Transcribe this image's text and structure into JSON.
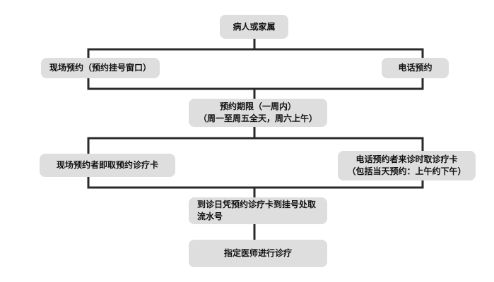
{
  "nodes": {
    "patient": "病人或家属",
    "onsite_booking": "现场预约（预约挂号窗口）",
    "phone_booking": "电话预约",
    "period_line1": "预约期限（一周内）",
    "period_line2": "（周一至周五全天，周六上午）",
    "onsite_card": "现场预约者即取预约诊疗卡",
    "phone_card_line1": "电话预约者来诊时取诊疗卡",
    "phone_card_line2": "（包括当天预约：上午约下午）",
    "queue_line1": "到诊日凭预约诊疗卡到挂号处取",
    "queue_line2": "流水号",
    "doctor": "指定医师进行诊疗"
  }
}
